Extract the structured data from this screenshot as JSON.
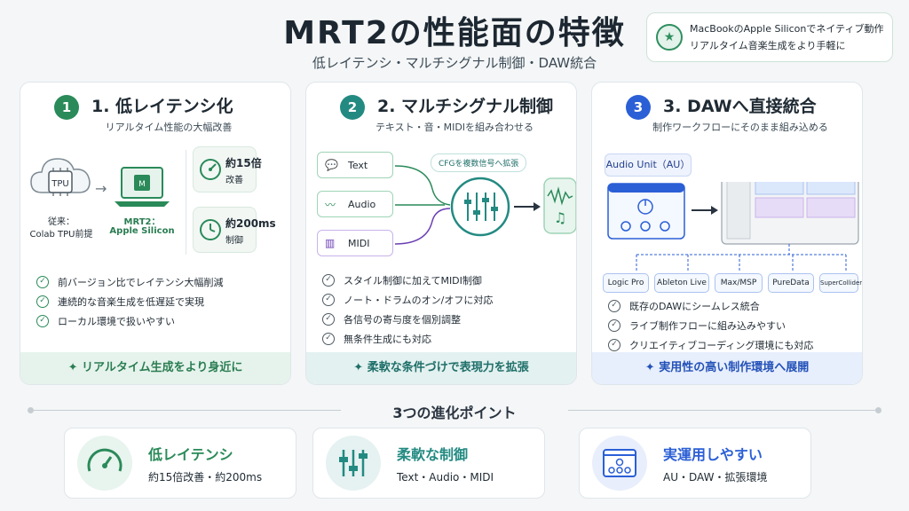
{
  "header": {
    "title": "MRT2の性能面の特徴",
    "subtitle": "低レイテンシ・マルチシグナル制御・DAW統合",
    "note_line1": "MacBookのApple Siliconでネイティブ動作",
    "note_line2": "リアルタイム音楽生成をより手軽に"
  },
  "cards": [
    {
      "number": "1",
      "title": "1. 低レイテンシ化",
      "subtitle": "リアルタイム性能の大幅改善",
      "tpu_label": "TPU",
      "from_line1": "従来：",
      "from_line2": "Colab TPU前提",
      "to_line1": "MRT2：",
      "to_line2": "Apple Silicon",
      "chip_label": "M",
      "stat1_value": "約15倍",
      "stat1_label": "改善",
      "stat2_value": "約200ms",
      "stat2_label": "制御",
      "bullets": [
        "前バージョン比でレイテンシ大幅削減",
        "連続的な音楽生成を低遅延で実現",
        "ローカル環境で扱いやすい"
      ],
      "footer": "リアルタイム生成をより身近に"
    },
    {
      "number": "2",
      "title": "2. マルチシグナル制御",
      "subtitle": "テキスト・音・MIDIを組み合わせる",
      "signals": [
        "Text",
        "Audio",
        "MIDI"
      ],
      "cfg_label": "CFGを複数信号へ拡張",
      "bullets": [
        "スタイル制御に加えてMIDI制御",
        "ノート・ドラムのオン/オフに対応",
        "各信号の寄与度を個別調整",
        "無条件生成にも対応"
      ],
      "footer": "柔軟な条件づけで表現力を拡張"
    },
    {
      "number": "3",
      "title": "3. DAWへ直接統合",
      "subtitle": "制作ワークフローにそのまま組み込める",
      "au_label": "Audio Unit（AU）",
      "tags": [
        "Logic Pro",
        "Ableton Live",
        "Max/MSP",
        "PureData",
        "SuperCollider"
      ],
      "bullets": [
        "既存のDAWにシームレス統合",
        "ライブ制作フローに組み込みやすい",
        "クリエイティブコーディング環境にも対応"
      ],
      "footer": "実用性の高い制作環境へ展開"
    }
  ],
  "section_title": "3つの進化ポイント",
  "points": [
    {
      "title": "低レイテンシ",
      "sub": "約15倍改善・約200ms"
    },
    {
      "title": "柔軟な制御",
      "sub": "Text・Audio・MIDI"
    },
    {
      "title": "実運用しやすい",
      "sub": "AU・DAW・拡張環境"
    }
  ],
  "colors": {
    "green": "#2a8a59",
    "teal": "#238a82",
    "blue": "#2b5fd6"
  }
}
